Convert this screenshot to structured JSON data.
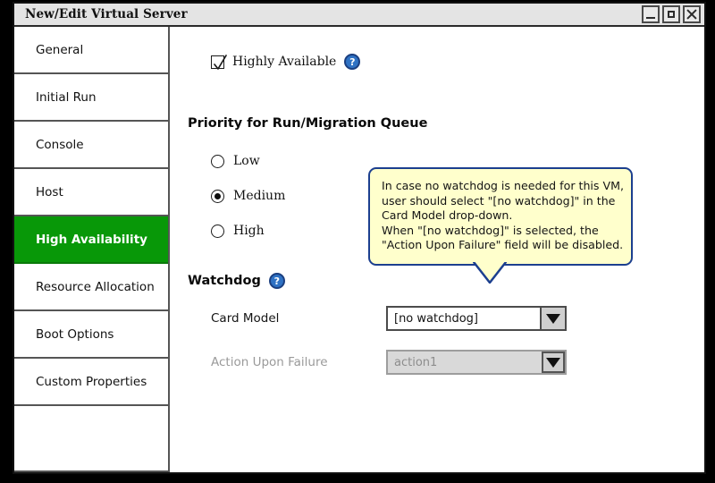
{
  "window": {
    "title": "New/Edit Virtual Server",
    "controls": [
      {
        "name": "minimize-button",
        "glyph": "minimize-icon"
      },
      {
        "name": "maximize-button",
        "glyph": "maximize-icon"
      },
      {
        "name": "close-button",
        "glyph": "close-icon"
      }
    ]
  },
  "sidebar": {
    "items": [
      {
        "label": "General",
        "selected": false
      },
      {
        "label": "Initial Run",
        "selected": false
      },
      {
        "label": "Console",
        "selected": false
      },
      {
        "label": "Host",
        "selected": false
      },
      {
        "label": "High Availability",
        "selected": true
      },
      {
        "label": "Resource Allocation",
        "selected": false
      },
      {
        "label": "Boot Options",
        "selected": false
      },
      {
        "label": "Custom Properties",
        "selected": false
      }
    ],
    "selected_color": "#089808",
    "selected_text_color": "#ffffff"
  },
  "content": {
    "highly_available": {
      "label": "Highly Available",
      "checked": true,
      "help_icon_label": "?"
    },
    "priority_heading": "Priority for Run/Migration Queue",
    "priority_options": [
      {
        "label": "Low",
        "selected": false
      },
      {
        "label": "Medium",
        "selected": true
      },
      {
        "label": "High",
        "selected": false
      }
    ],
    "watchdog_heading": "Watchdog",
    "watchdog_help_icon_label": "?",
    "card_model": {
      "label": "Card Model",
      "value": "[no watchdog]",
      "disabled": false
    },
    "action_upon_failure": {
      "label": "Action Upon Failure",
      "value": "action1",
      "disabled": true
    }
  },
  "callout": {
    "lines": [
      "In case no watchdog is needed for this VM,",
      "user should select \"[no watchdog]\" in the",
      "Card Model drop-down.",
      "When \"[no watchdog]\" is selected, the",
      "\"Action Upon Failure\" field will be disabled."
    ],
    "background_color": "#ffffcc",
    "border_color": "#1c3f8f"
  }
}
